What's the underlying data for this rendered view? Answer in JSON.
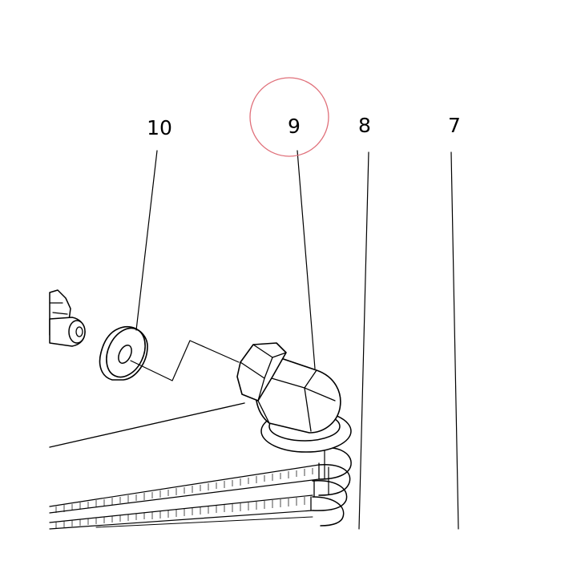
{
  "callouts": [
    {
      "id": "c10",
      "label": "10"
    },
    {
      "id": "c9",
      "label": "9"
    },
    {
      "id": "c8",
      "label": "8"
    },
    {
      "id": "c7",
      "label": "7"
    }
  ],
  "highlight": {
    "target": "9",
    "color": "#e0707a"
  },
  "colors": {
    "ink": "#000000",
    "background": "#ffffff"
  }
}
